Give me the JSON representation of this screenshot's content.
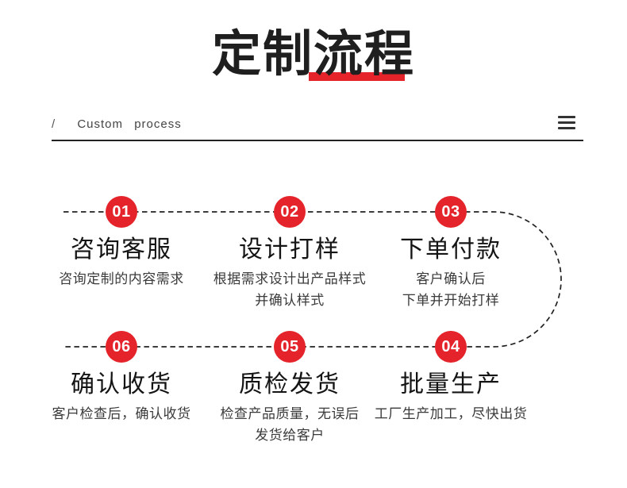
{
  "header": {
    "title_part1": "定制",
    "title_part2": "流程",
    "slash": "/",
    "subtitle": "Custom process"
  },
  "colors": {
    "accent_red": "#e4232a",
    "line_dark": "#222222"
  },
  "steps": [
    {
      "number": "01",
      "title": "咨询客服",
      "desc": [
        "咨询定制的内容需求"
      ]
    },
    {
      "number": "02",
      "title": "设计打样",
      "desc": [
        "根据需求设计出产品样式",
        "并确认样式"
      ]
    },
    {
      "number": "03",
      "title": "下单付款",
      "desc": [
        "客户确认后",
        "下单并开始打样"
      ]
    },
    {
      "number": "04",
      "title": "批量生产",
      "desc": [
        "工厂生产加工，尽快出货"
      ]
    },
    {
      "number": "05",
      "title": "质检发货",
      "desc": [
        "检查产品质量，无误后",
        "发货给客户"
      ]
    },
    {
      "number": "06",
      "title": "确认收货",
      "desc": [
        "客户检查后，确认收货"
      ]
    }
  ]
}
